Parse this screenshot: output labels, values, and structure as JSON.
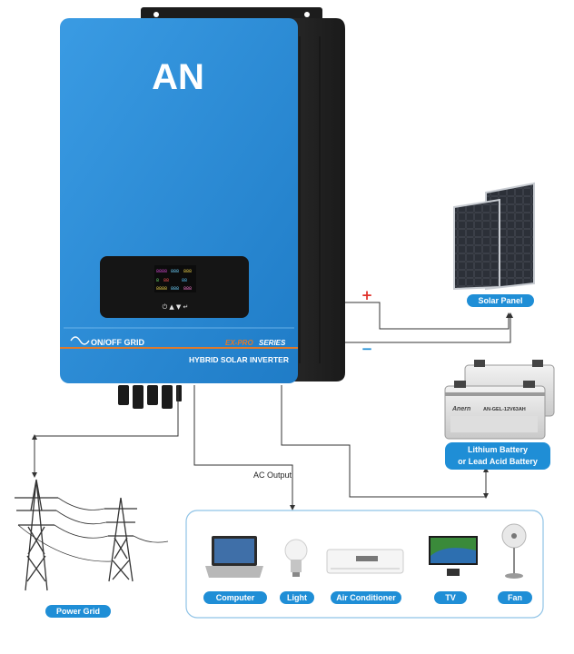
{
  "inverter": {
    "logo": "AN",
    "grid_label": "ON/OFF GRID",
    "series_label_prefix": "EX-PRO",
    "series_label_suffix": "SERIES",
    "product_label": "HYBRID SOLAR INVERTER",
    "display_buttons": "⏻  ▲  ▼  ↵",
    "accent_color": "#2f8fd9",
    "stripe_color": "#e07a2a"
  },
  "connections": {
    "plus": "+",
    "minus": "−",
    "ac_output": "AC Output"
  },
  "labels": {
    "solar_panel": "Solar Panel",
    "battery_line1": "Lithium Battery",
    "battery_line2": "or Lead Acid Battery",
    "battery_brand": "Anern",
    "battery_model": "AN-GEL-12V63AH",
    "power_grid": "Power Grid"
  },
  "loads": [
    {
      "name": "Computer",
      "icon": "laptop-icon"
    },
    {
      "name": "Light",
      "icon": "light-bulb-icon"
    },
    {
      "name": "Air Conditioner",
      "icon": "air-conditioner-icon"
    },
    {
      "name": "TV",
      "icon": "tv-icon"
    },
    {
      "name": "Fan",
      "icon": "fan-icon"
    }
  ]
}
